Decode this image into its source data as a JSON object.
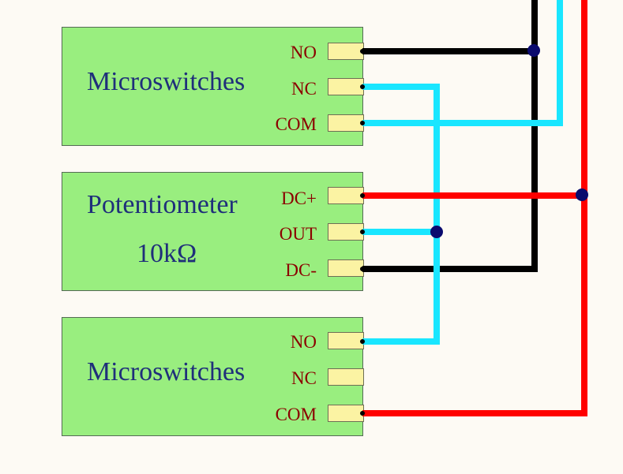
{
  "modules": [
    {
      "title": "Microswitches",
      "pins": [
        "NO",
        "NC",
        "COM"
      ]
    },
    {
      "title": "Potentiometer",
      "subtitle": "10kΩ",
      "pins": [
        "DC+",
        "OUT",
        "DC-"
      ]
    },
    {
      "title": "Microswitches",
      "pins": [
        "NO",
        "NC",
        "COM"
      ]
    }
  ],
  "wire_colors": {
    "black": "#000000",
    "cyan": "#19e6ff",
    "red": "#ff0000",
    "junction": "#0a0a6e"
  }
}
